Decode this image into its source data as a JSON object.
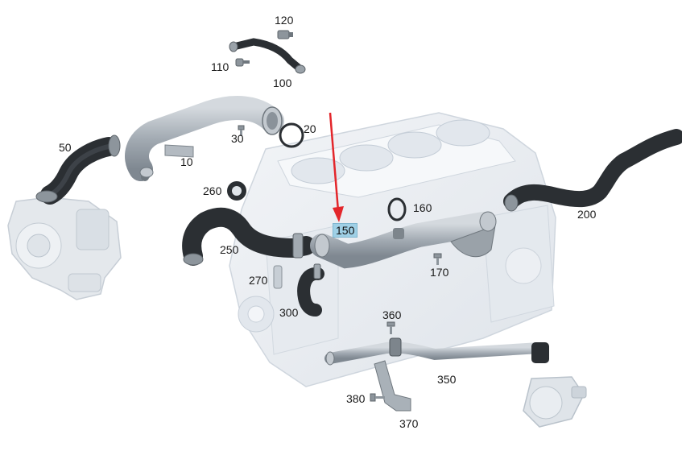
{
  "diagram": {
    "colors": {
      "engine_block": "#e9edf2",
      "engine_edge": "#cbd3dc",
      "hose_dark": "#2b2f33",
      "pipe_metal": "#a9b1b8",
      "pump": "#dde2e7",
      "arrow": "#e3262b",
      "highlight": "#9fd0e6"
    },
    "callouts": {
      "p10": "10",
      "p20": "20",
      "p30": "30",
      "p50": "50",
      "p100": "100",
      "p110": "110",
      "p120": "120",
      "p150": "150",
      "p160": "160",
      "p170": "170",
      "p200": "200",
      "p250": "250",
      "p260": "260",
      "p270": "270",
      "p300": "300",
      "p350": "350",
      "p360": "360",
      "p370": "370",
      "p380": "380"
    }
  }
}
